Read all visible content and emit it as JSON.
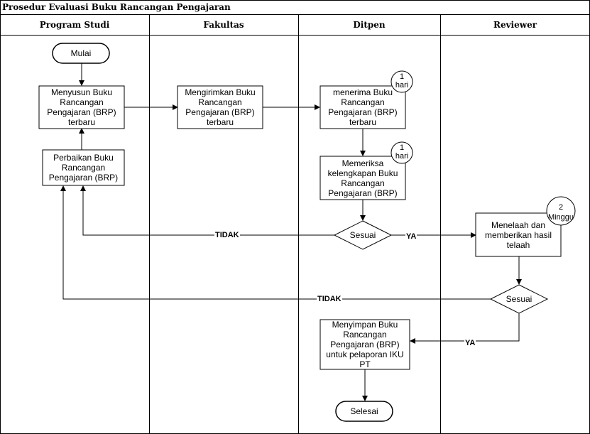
{
  "title": "Prosedur Evaluasi Buku Rancangan Pengajaran",
  "lanes": [
    "Program Studi",
    "Fakultas",
    "Ditpen",
    "Reviewer"
  ],
  "nodes": {
    "mulai": "Mulai",
    "menyusun": "Menyusun Buku Rancangan Pengajaran (BRP) terbaru",
    "perbaikan": "Perbaikan Buku Rancangan Pengajaran (BRP)",
    "mengirimkan": "Mengirimkan Buku Rancangan Pengajaran (BRP) terbaru",
    "menerima": "menerima Buku Rancangan Pengajaran (BRP) terbaru",
    "memeriksa": "Memeriksa kelengkapan Buku Rancangan Pengajaran (BRP)",
    "sesuai_ditpen": "Sesuai",
    "menelaah": "Menelaah dan memberikan hasil telaah",
    "sesuai_reviewer": "Sesuai",
    "menyimpan": "Menyimpan Buku Rancangan Pengajaran (BRP) untuk pelaporan IKU PT",
    "selesai": "Selesai"
  },
  "badges": {
    "menerima": {
      "num": "1",
      "unit": "hari"
    },
    "memeriksa": {
      "num": "1",
      "unit": "hari"
    },
    "menelaah": {
      "num": "2",
      "unit": "Minggu"
    }
  },
  "edge_labels": {
    "tidak_1": "TIDAK",
    "ya_1": "YA",
    "tidak_2": "TIDAK",
    "ya_2": "YA"
  }
}
